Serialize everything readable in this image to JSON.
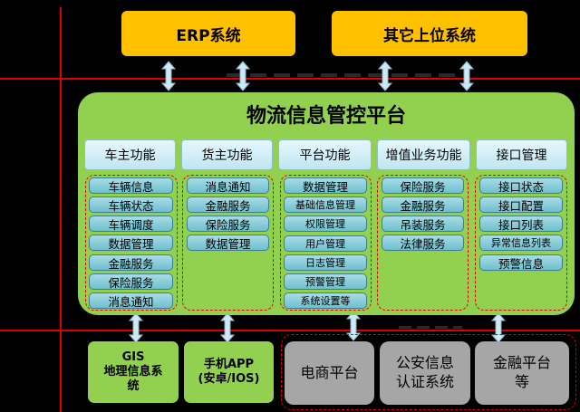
{
  "top_systems": {
    "erp": "ERP系统",
    "other": "其它上位系统"
  },
  "platform": {
    "title": "物流信息管控平台"
  },
  "columns": [
    {
      "header": "车主功能",
      "items": [
        "车辆信息",
        "车辆状态",
        "车辆调度",
        "数据管理",
        "金融服务",
        "保险服务",
        "消息通知"
      ]
    },
    {
      "header": "货主功能",
      "items": [
        "消息通知",
        "金融服务",
        "保险服务",
        "数据管理"
      ]
    },
    {
      "header": "平台功能",
      "items": [
        "数据管理",
        "基础信息管理",
        "权限管理",
        "用户管理",
        "日志管理",
        "预警管理",
        "系统设置等"
      ]
    },
    {
      "header": "增值业务功能",
      "items": [
        "保险服务",
        "金融服务",
        "吊装服务",
        "法律服务"
      ]
    },
    {
      "header": "接口管理",
      "items": [
        "接口状态",
        "接口配置",
        "接口列表",
        "异常信息列表",
        "预警信息"
      ]
    }
  ],
  "bottom_green": [
    {
      "line1": "GIS",
      "line2": "地理信息系",
      "line3": "统"
    },
    {
      "line1": "手机APP",
      "line2": "(安卓/IOS)"
    }
  ],
  "bottom_gray": [
    {
      "line1": "电商平台"
    },
    {
      "line1": "公安信息",
      "line2": "认证系统"
    },
    {
      "line1": "金融平台",
      "line2": "等"
    }
  ]
}
